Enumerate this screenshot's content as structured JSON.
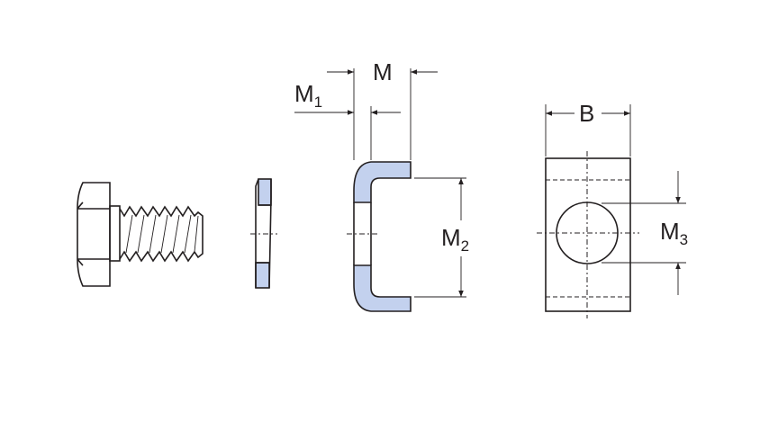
{
  "colors": {
    "fill": "#c3d1ee",
    "line": "#231f20"
  },
  "labels": {
    "M": "M",
    "M1": {
      "main": "M",
      "sub": "1"
    },
    "M2": {
      "main": "M",
      "sub": "2"
    },
    "M3": {
      "main": "M",
      "sub": "3"
    },
    "B": "B"
  }
}
